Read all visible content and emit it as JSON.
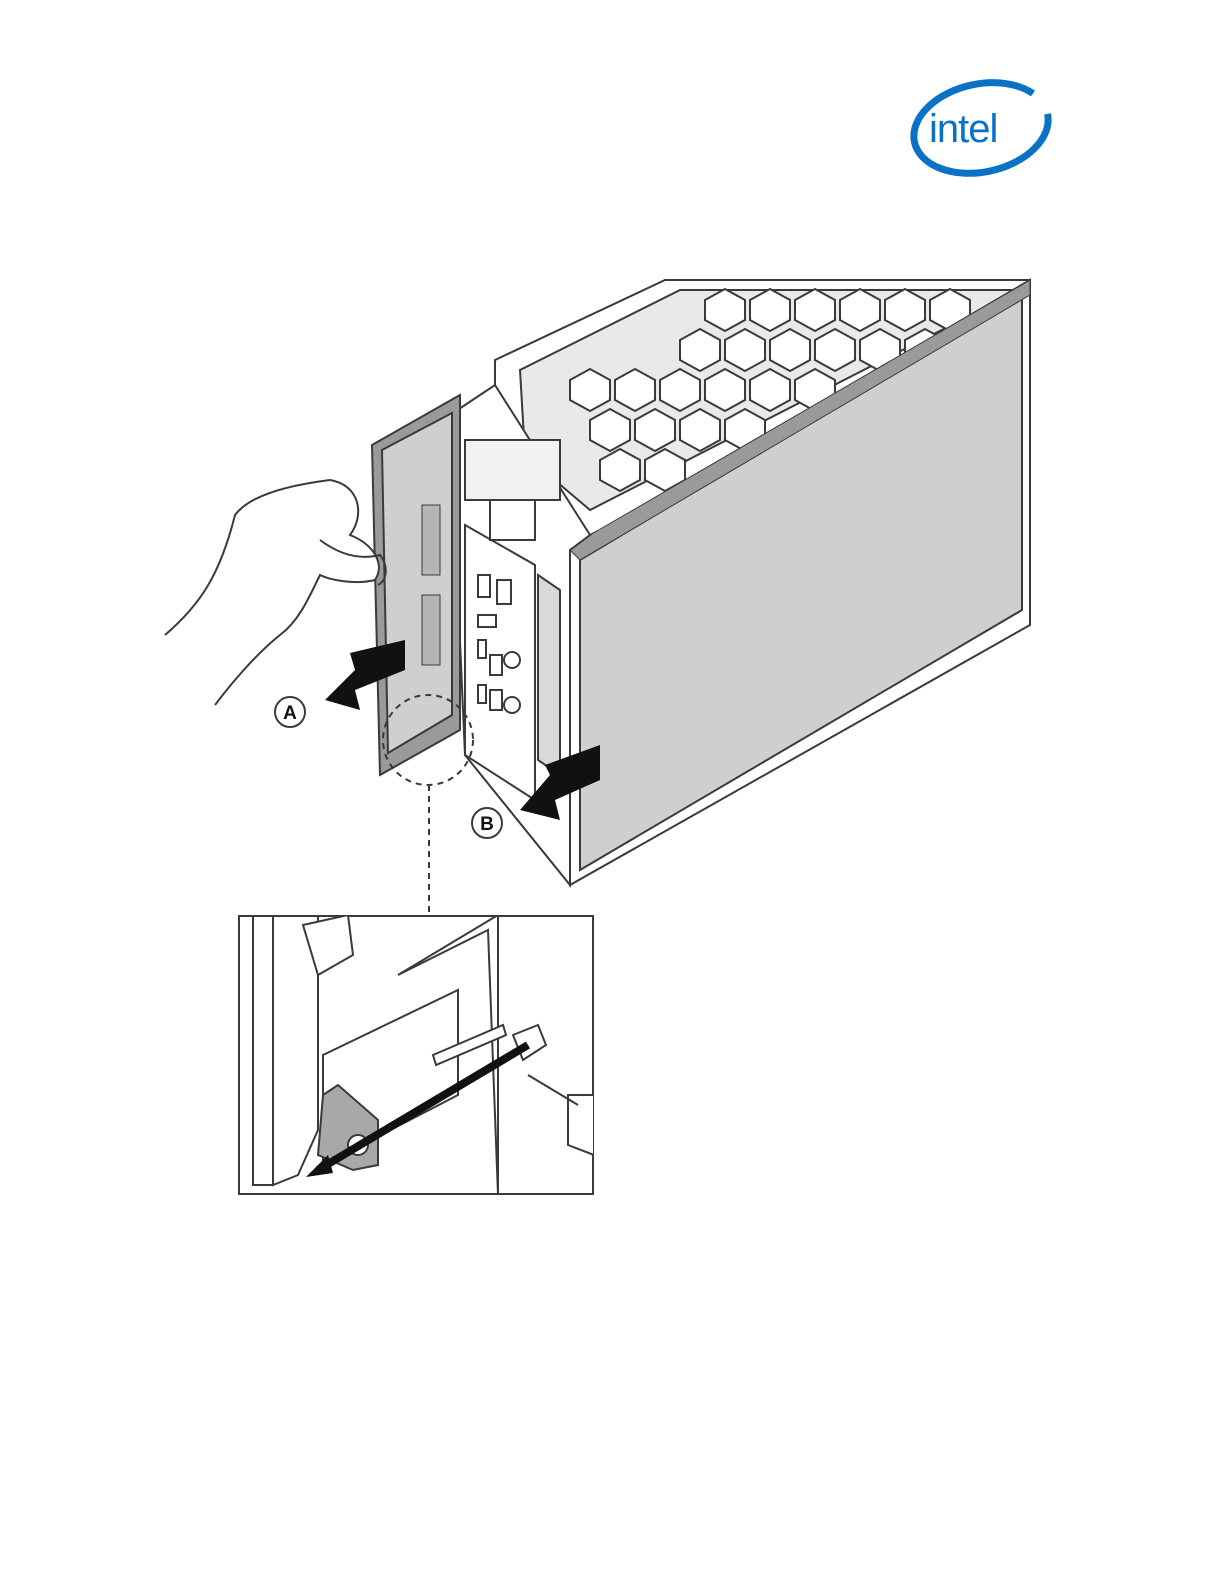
{
  "brand": {
    "logo_text": "intel",
    "logo_color": "#0a72c6",
    "logo_icon": "intel-logo"
  },
  "figure": {
    "callouts": [
      {
        "id": "A",
        "label": "A"
      },
      {
        "id": "B",
        "label": "B"
      }
    ],
    "colors": {
      "line": "#3a3a3a",
      "panel_fill": "#cfcfcf",
      "frame_fill": "#9a9a9a",
      "arrow": "#111111"
    }
  }
}
